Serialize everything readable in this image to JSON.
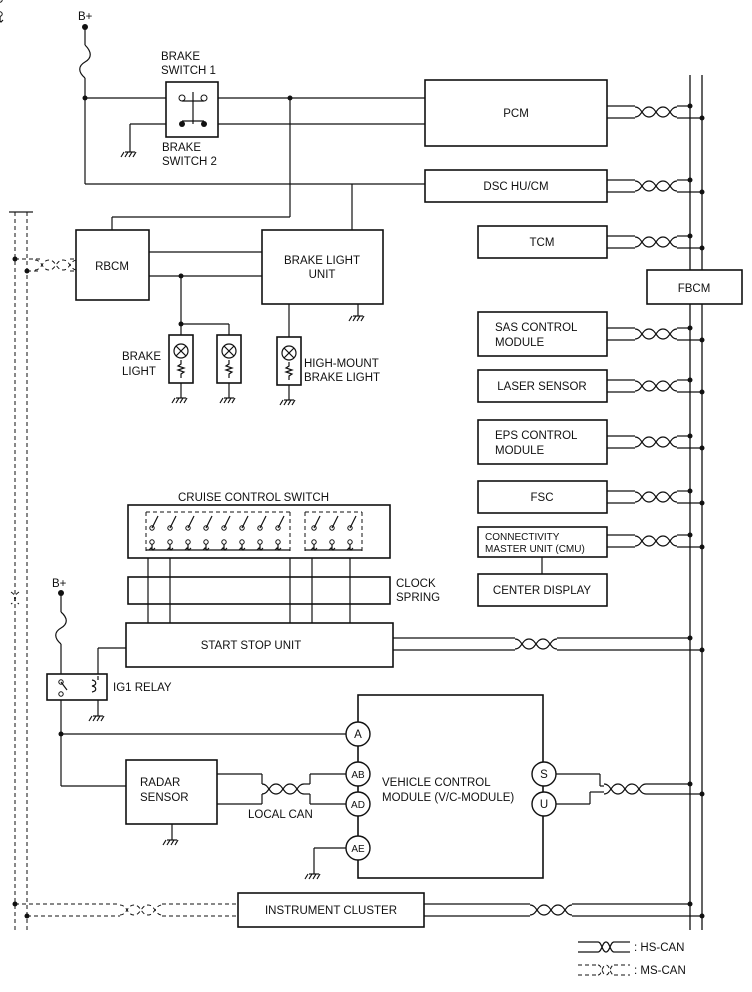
{
  "supply": {
    "b_plus_top": "B+",
    "b_plus_mid": "B+"
  },
  "brake_switch": {
    "line1": "BRAKE",
    "line2": "SWITCH 1",
    "line3": "BRAKE",
    "line4": "SWITCH 2"
  },
  "modules": {
    "pcm": "PCM",
    "dsc": "DSC HU/CM",
    "tcm": "TCM",
    "fbcm": "FBCM",
    "sas_1": "SAS CONTROL",
    "sas_2": "MODULE",
    "laser": "LASER SENSOR",
    "eps_1": "EPS CONTROL",
    "eps_2": "MODULE",
    "fsc": "FSC",
    "cmu_1": "CONNECTIVITY",
    "cmu_2": "MASTER UNIT (CMU)",
    "center_display": "CENTER DISPLAY",
    "rbcm": "RBCM",
    "brake_light_unit_1": "BRAKE LIGHT",
    "brake_light_unit_2": "UNIT",
    "start_stop": "START STOP UNIT",
    "radar_1": "RADAR",
    "radar_2": "SENSOR",
    "vcm_1": "VEHICLE CONTROL",
    "vcm_2": "MODULE (V/C-MODULE)",
    "instrument_cluster": "INSTRUMENT CLUSTER"
  },
  "lights": {
    "brake_1": "BRAKE",
    "brake_2": "LIGHT",
    "hm_1": "HIGH-MOUNT",
    "hm_2": "BRAKE LIGHT"
  },
  "switches": {
    "cruise": "CRUISE CONTROL SWITCH",
    "clock_1": "CLOCK",
    "clock_2": "SPRING",
    "ig1": "IG1 RELAY"
  },
  "terminals": {
    "a": "A",
    "ab": "AB",
    "ad": "AD",
    "ae": "AE",
    "s": "S",
    "u": "U"
  },
  "local_can": "LOCAL CAN",
  "legend": {
    "hs": ": HS-CAN",
    "ms": ": MS-CAN"
  }
}
